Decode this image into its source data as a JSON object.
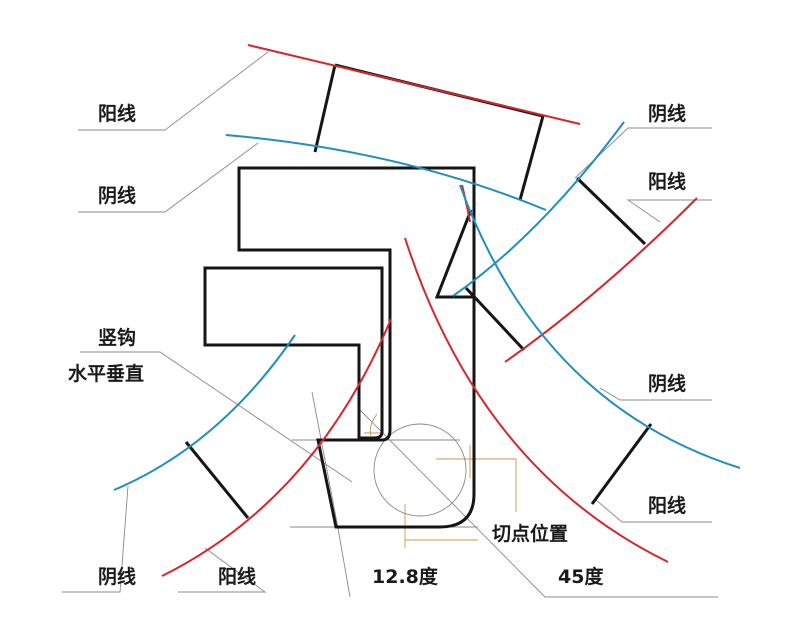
{
  "colors": {
    "yang_line": "#d6262b",
    "yin_line": "#1f8fbf",
    "shape_stroke": "#151515",
    "leader": "#8a8a8a",
    "guide": "#c8964e"
  },
  "labels": {
    "yang_top_left": "阳线",
    "yin_upper_left": "阴线",
    "vertical_hook_title": "竖钩",
    "vertical_hook_subtitle": "水平垂直",
    "yin_right_top": "阴线",
    "yang_right_upper": "阳线",
    "yin_right_lower": "阴线",
    "yang_right_bottom": "阳线",
    "yin_bottom_left": "阴线",
    "yang_bottom_left": "阳线",
    "angle_12_8": "12.8度",
    "angle_45": "45度",
    "tangent_position": "切点位置"
  }
}
